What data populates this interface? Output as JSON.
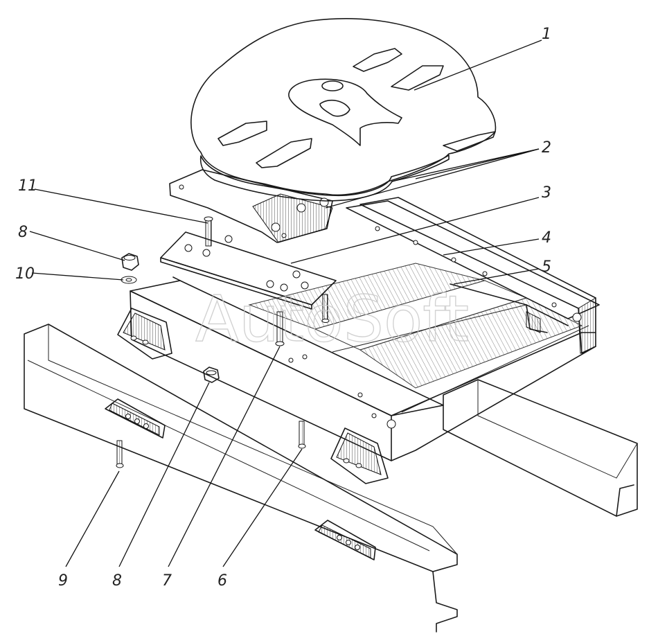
{
  "watermark": "AutoSoft",
  "callouts": [
    {
      "id": "c1",
      "text": "1"
    },
    {
      "id": "c2",
      "text": "2"
    },
    {
      "id": "c3",
      "text": "3"
    },
    {
      "id": "c4",
      "text": "4"
    },
    {
      "id": "c5",
      "text": "5"
    },
    {
      "id": "c6",
      "text": "6"
    },
    {
      "id": "c7",
      "text": "7"
    },
    {
      "id": "c8a",
      "text": "8"
    },
    {
      "id": "c8b",
      "text": "8"
    },
    {
      "id": "c9",
      "text": "9"
    },
    {
      "id": "c10",
      "text": "10"
    },
    {
      "id": "c11",
      "text": "11"
    }
  ],
  "colors": {
    "line": "#1a1a1a",
    "stipple": "#9a9a9a",
    "watermark": "#c8c8c8"
  }
}
